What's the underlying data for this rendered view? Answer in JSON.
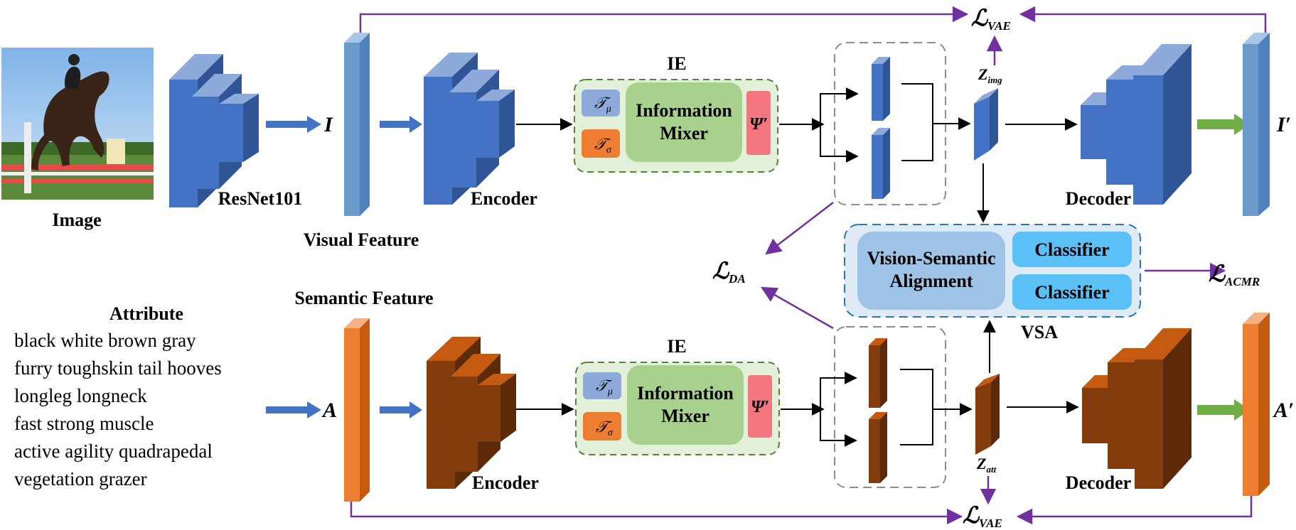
{
  "labels": {
    "image": "Image",
    "resnet": "ResNet101",
    "visual_feature": "Visual Feature",
    "encoder_top": "Encoder",
    "encoder_bottom": "Encoder",
    "decoder_top": "Decoder",
    "decoder_bottom": "Decoder",
    "ie_top": "IE",
    "ie_bottom": "IE",
    "semantic_feature": "Semantic Feature",
    "attribute_title": "Attribute",
    "vsa": "VSA"
  },
  "ie_block": {
    "mixer_line1": "Information",
    "mixer_line2": "Mixer",
    "tau_mu": "𝒯",
    "tau_mu_sub": "μ",
    "tau_sigma": "𝒯",
    "tau_sigma_sub": "σ",
    "psi": "Ψ′"
  },
  "vsa_block": {
    "alignment_line1": "Vision-Semantic",
    "alignment_line2": "Alignment",
    "classifier_1": "Classifier",
    "classifier_2": "Classifier"
  },
  "symbols": {
    "I": "I",
    "I_prime": "I′",
    "A": "A",
    "A_prime": "A′",
    "z_img": "Z",
    "z_img_sub": "img",
    "z_att": "Z",
    "z_att_sub": "att"
  },
  "losses": {
    "vae_top": "ℒ",
    "vae_top_sub": "VAE",
    "vae_bottom": "ℒ",
    "vae_bottom_sub": "VAE",
    "da": "ℒ",
    "da_sub": "DA",
    "acmr": "ℒ",
    "acmr_sub": "ACMR"
  },
  "attributes": [
    "black white brown gray",
    "furry toughskin tail hooves",
    "longleg longneck",
    "fast strong muscle",
    "active agility quadrapedal",
    "vegetation grazer"
  ],
  "colors": {
    "blue_block": "#4472C4",
    "feature_blue": "#6A9BCB",
    "orange_feature": "#ED7D31",
    "brown_block": "#843C0C",
    "purple_line": "#7030A0",
    "green_arrow": "#70AD47",
    "ie_bg": "#E2F0D9",
    "mixer": "#A9D18E",
    "psi": "#F4777F",
    "vsa_bg": "#DEEBF7",
    "alignment": "#9DC3E6",
    "classifier": "#5BC0F5"
  }
}
